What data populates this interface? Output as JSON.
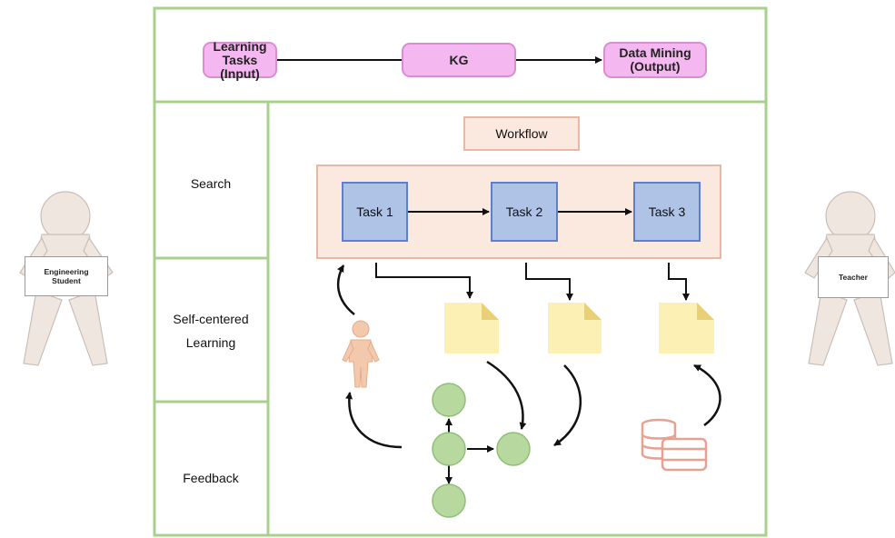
{
  "top_row": {
    "input_label": "Learning Tasks\n(Input)",
    "kg_label": "KG",
    "output_label": "Data Mining\n(Output)"
  },
  "sections": {
    "search": "Search",
    "self_centered": "Self-centered\nLearning",
    "feedback": "Feedback"
  },
  "workflow": {
    "title": "Workflow",
    "tasks": [
      "Task 1",
      "Task 2",
      "Task 3"
    ]
  },
  "actors": {
    "student_sign": "Engineering\nStudent",
    "teacher_sign": "Teacher"
  },
  "colors": {
    "frame_green": "#a8d08d",
    "pill_pink": "#f5b7ef",
    "task_blue": "#aec3e6",
    "workflow_peach": "#fbe8df",
    "doc_yellow": "#fdf0b4",
    "node_green": "#b7d9a0",
    "person_beige": "#efe6df",
    "database_salmon": "#e8a090"
  },
  "icons": [
    "person-icon",
    "document-icon",
    "graph-node-icon",
    "database-icon"
  ]
}
